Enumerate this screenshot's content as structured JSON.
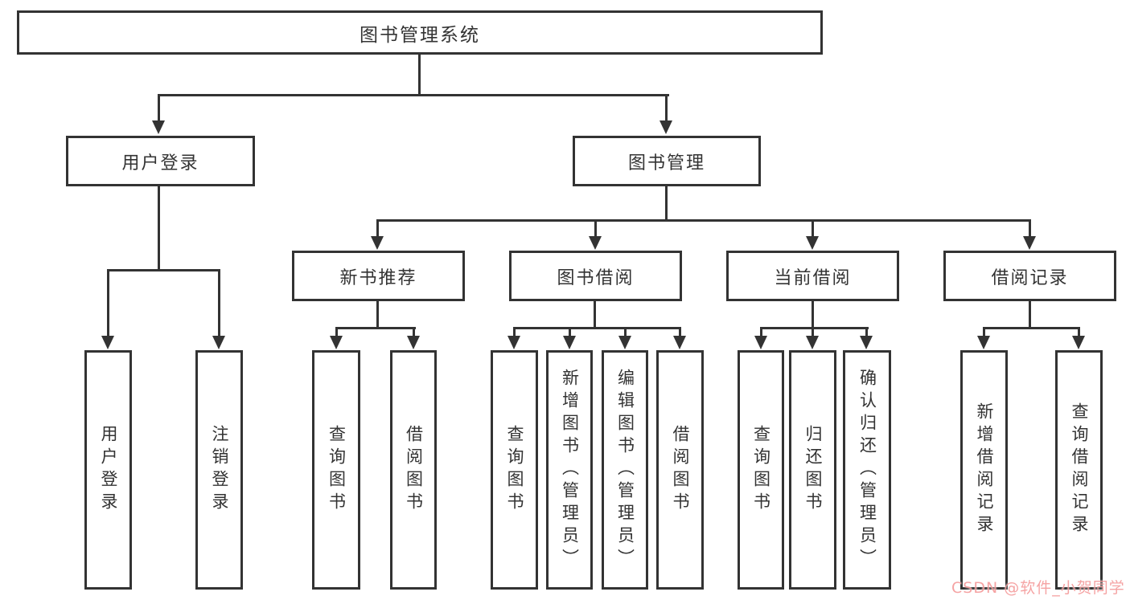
{
  "diagram": {
    "title": "图书管理系统",
    "root": {
      "label": "图书管理系统"
    },
    "level2": [
      {
        "label": "用户登录"
      },
      {
        "label": "图书管理"
      }
    ],
    "level3": [
      {
        "label": "新书推荐"
      },
      {
        "label": "图书借阅"
      },
      {
        "label": "当前借阅"
      },
      {
        "label": "借阅记录"
      }
    ],
    "leaves": {
      "user_login": [
        {
          "label": "用户登录"
        },
        {
          "label": "注销登录"
        }
      ],
      "new_book_recommendation": [
        {
          "label": "查询图书"
        },
        {
          "label": "借阅图书"
        }
      ],
      "book_borrowing": [
        {
          "label": "查询图书"
        },
        {
          "label": "新增图书（管理员）"
        },
        {
          "label": "编辑图书（管理员）"
        },
        {
          "label": "借阅图书"
        }
      ],
      "current_borrowing": [
        {
          "label": "查询图书"
        },
        {
          "label": "归还图书"
        },
        {
          "label": "确认归还（管理员）"
        }
      ],
      "borrowing_records": [
        {
          "label": "新增借阅记录"
        },
        {
          "label": "查询借阅记录"
        }
      ]
    }
  },
  "watermark": {
    "text": "CSDN @软件_小贺同学"
  },
  "colors": {
    "line": "#333333",
    "text": "#333333",
    "box_fill": "#ffffff",
    "background": "#ffffff",
    "watermark": "#f49a9a"
  }
}
